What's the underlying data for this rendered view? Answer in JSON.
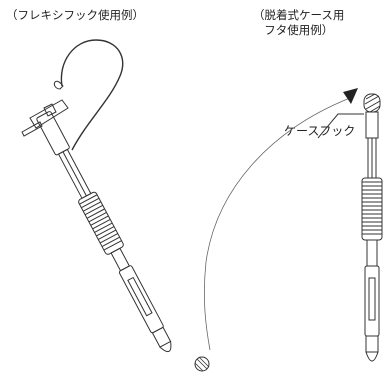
{
  "captions": {
    "left": "（フレキシフック使用例）",
    "right_line1": "（脱着式ケース用",
    "right_line2": "フタ使用例）"
  },
  "callout": {
    "label": "ケースフック"
  }
}
